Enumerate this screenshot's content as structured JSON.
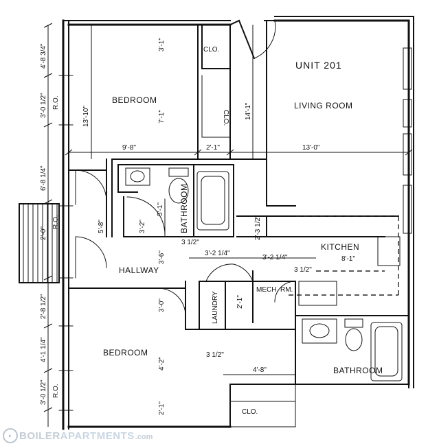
{
  "unit": "UNIT 201",
  "rooms": {
    "bedroom_top": "BEDROOM",
    "bedroom_bottom": "BEDROOM",
    "living_room": "LIVING ROOM",
    "kitchen": "KITCHEN",
    "hallway": "HALLWAY",
    "bathroom_center": "BATHROOM",
    "bathroom_right": "BATHROOM",
    "laundry": "LAUNDRY",
    "mech_rm": "MECH. RM.",
    "clo_top_small": "CLO.",
    "clo_top_tall": "CLO.",
    "clo_bottom": "CLO."
  },
  "dimensions": {
    "left_1": "4'-8 3/4\"",
    "left_2": "3'-0 1/2\"",
    "left_2_ro": "R.O.",
    "left_3": "6'-8 1/4\"",
    "left_4": "2'-0\"",
    "left_4_ro": "R.O.",
    "left_5": "2'-8 1/2\"",
    "left_6": "4'-1 1/4\"",
    "left_7": "3'-0 1/2\"",
    "left_7_ro": "R.O.",
    "bed_height": "13'-10\"",
    "bed_width": "9'-8\"",
    "clo_width": "2'-1\"",
    "living_width": "13'-0\"",
    "living_height": "14'-1\"",
    "clo_3_1": "3'-1\"",
    "clo_7_1": "7'-1\"",
    "half_a": "3 1/2\"",
    "half_b": "3 1/2\"",
    "half_c": "3 1/2\"",
    "bath_5_1": "5'-1\"",
    "bath_3_2": "3'-2\"",
    "hall_5_8": "5'-8\"",
    "hall_3_6": "3'-6\"",
    "hall_3_2_1": "3'-2 1/4\"",
    "hall_3_2_2": "3'-2 1/4\"",
    "kitchen_8_1": "8'-1\"",
    "kitchen_2_3": "2'-3 1/2\"",
    "mech_2_1": "2'-1\"",
    "bed2_3_0": "3'-0\"",
    "bed2_4_2": "4'-2\"",
    "bed2_2_1": "2'-1\"",
    "clo2_4_8": "4'-8\""
  },
  "logo": {
    "brand_left": "BOILER",
    "brand_right": "APARTMENTS",
    "domain": ".com"
  }
}
